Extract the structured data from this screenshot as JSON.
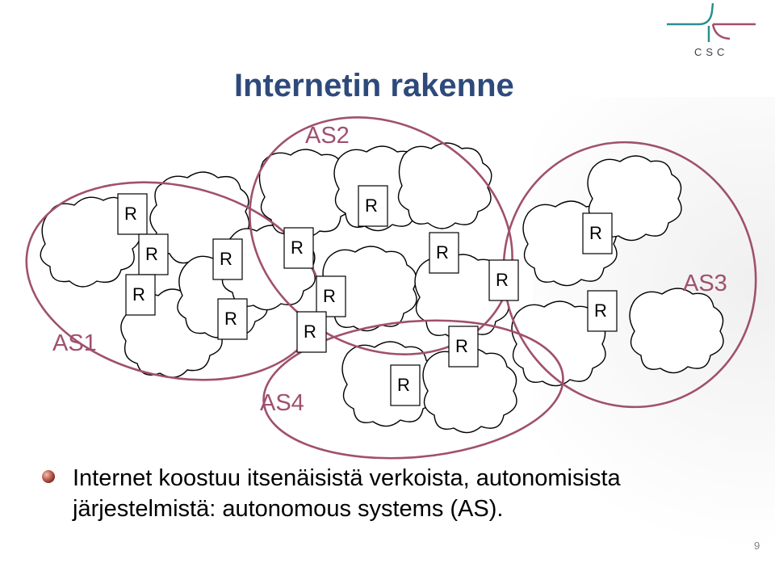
{
  "slide": {
    "title": "Internetin rakenne",
    "bullet": {
      "line1": "Internet koostuu itsenäisistä verkoista, autonomisista",
      "line2": "järjestelmistä: autonomous systems (AS)."
    },
    "page_number": "9"
  },
  "logo": {
    "text": "CSC"
  },
  "diagram": {
    "as_labels": {
      "as1": "AS1",
      "as2": "AS2",
      "as3": "AS3",
      "as4": "AS4"
    },
    "router_label": "R",
    "colors": {
      "ellipse": "#a0506e",
      "label": "#a0506e",
      "title": "#2e4a7b"
    }
  }
}
